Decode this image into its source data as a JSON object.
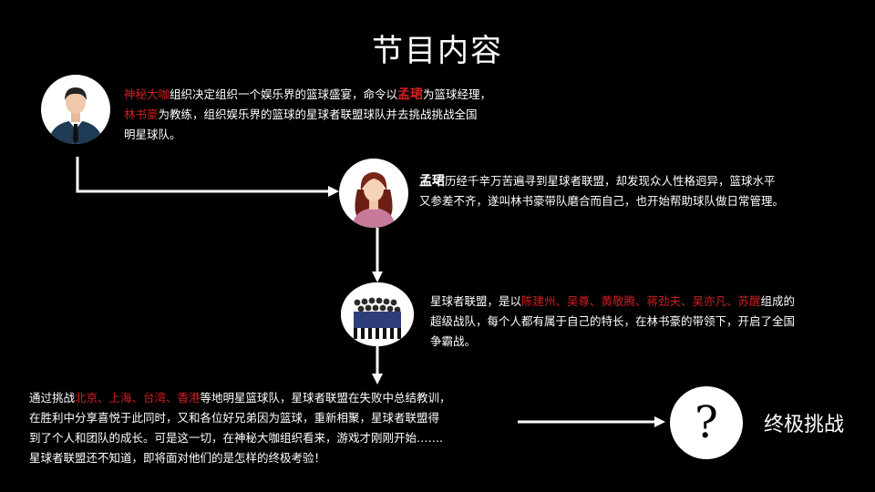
{
  "title": "节目内容",
  "step1": {
    "n1": "神秘大咖",
    "t1": "组织决定组织一个娱乐界的篮球盛宴，命令以",
    "n2": "孟珺",
    "t2": "为篮球经理，",
    "n3": "林书豪",
    "t3": "为教练，组织娱乐界的篮球的星球者联盟球队并去挑战挑战全国",
    "t4": "明星球队。"
  },
  "step2": {
    "n1": "孟珺",
    "t1": "历经千辛万苦遍寻到星球者联盟，却发现众人性格迥异，篮球水平",
    "t2": "又参差不齐，遂叫林书豪带队磨合而自己，也开始帮助球队做日常管理。"
  },
  "step3": {
    "t1": "星球者联盟，是以",
    "names": "陈建州、吴尊、黄敬腾、蒋劲夫、吴亦凡、苏醒",
    "t2": "组成的",
    "t3": "超级战队，每个人都有属于自己的特长，在林书豪的带领下，开启了全国",
    "t4": "争霸战。"
  },
  "step4": {
    "t1": "通过挑战",
    "cities": "北京、上海、台湾、香港",
    "t2": "等地明星篮球队，星球者联盟在失败中总结教训，",
    "t3": "在胜利中分享喜悦于此同时，又和各位好兄弟因为篮球，重新相聚，星球者联盟得",
    "t4": "到了个人和团队的成长。可是这一切，在神秘大咖组织看来，游戏才刚刚开始…….",
    "t5": "星球者联盟还不知道，即将面对他们的是怎样的终极考验！"
  },
  "final": {
    "symbol": "?",
    "label": "终极挑战"
  }
}
